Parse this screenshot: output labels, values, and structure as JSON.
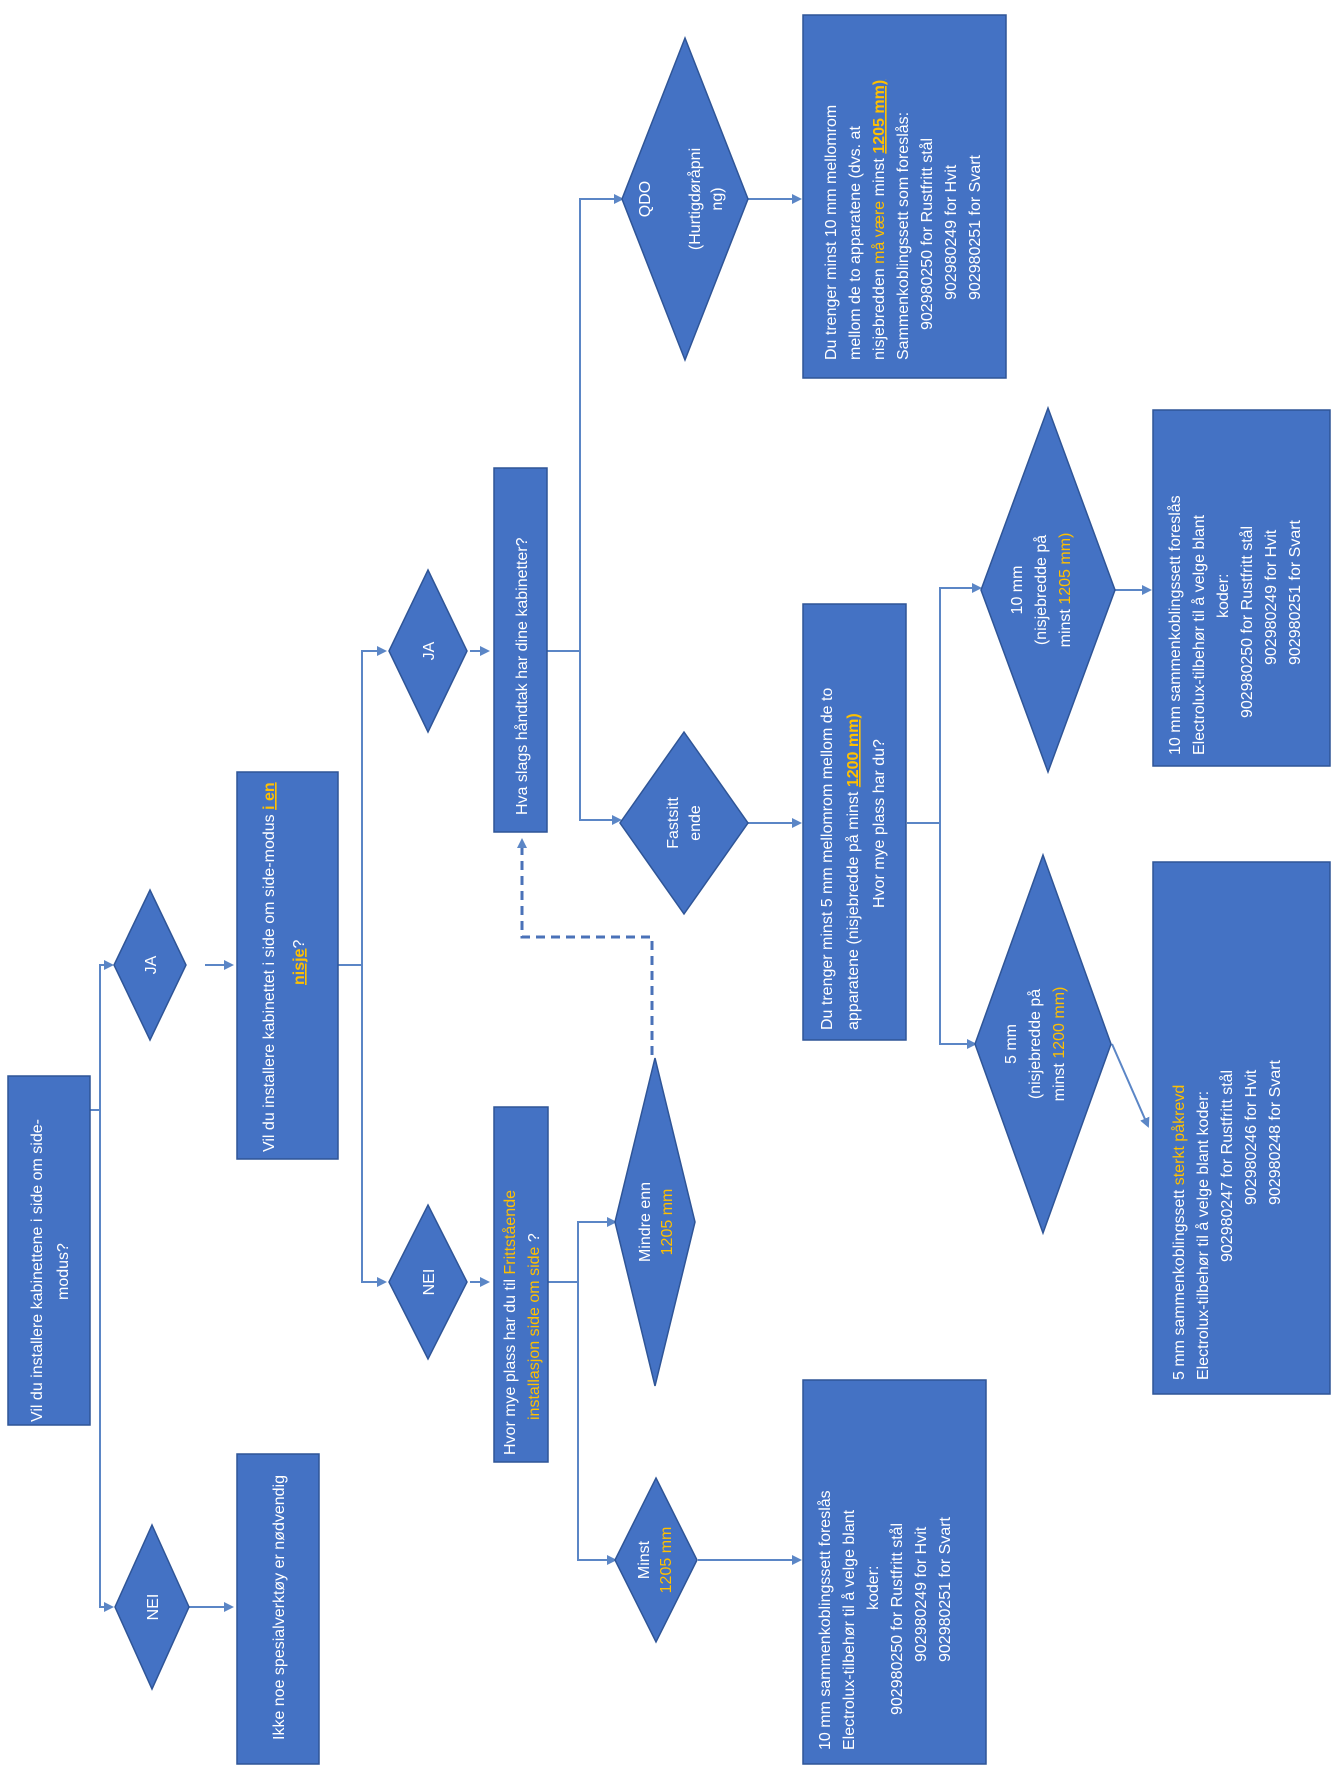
{
  "nodes": {
    "q1": {
      "line1": "Vil du installere kabinettene i side om side-",
      "line2": "modus?"
    },
    "nei_1": {
      "label": "NEI"
    },
    "ja_1": {
      "label": "JA"
    },
    "no_tools": {
      "label": "Ikke noe spesialverktøy er nødvendig"
    },
    "q2": {
      "line1a": "Vil du installere kabinettet i side om side-modus ",
      "line1b": "i en",
      "line2a": "nisje",
      "line2b": "?"
    },
    "ja_2": {
      "label": "JA"
    },
    "nei_2": {
      "label": "NEI"
    },
    "q3": {
      "label": "Hva slags håndtak har dine kabinetter?"
    },
    "q4": {
      "line1a": "Hvor mye plass har du til ",
      "line1b": "Frittstående",
      "line2": "installasjon side om side",
      "line2b": " ?"
    },
    "qdo": {
      "line1": "QDO",
      "line2": "(Hurtigdøråpni",
      "line3": "ng)"
    },
    "fastsittende": {
      "line1": "Fastsitt",
      "line2": "ende"
    },
    "mindre_enn": {
      "line1": "Mindre enn",
      "line2": "1205 mm"
    },
    "minst": {
      "line1": "Minst",
      "line2": "1205 mm"
    },
    "qdo_result": {
      "l1": "Du trenger minst 10 mm mellomrom",
      "l2": "mellom de to apparatene (dvs. at",
      "l3a": "nisjebredden ",
      "l3b": "må være",
      "l3c": " minst ",
      "l3d": "1205 mm)",
      "l4": "Sammenkoblingssett som foreslås:",
      "l5": "902980250 for Rustfritt stål",
      "l6": "902980249 for Hvit",
      "l7": "902980251 for Svart"
    },
    "fast_result": {
      "l1": "Du trenger minst 5 mm mellomrom mellom de to",
      "l2a": "apparatene (nisjebredde på minst ",
      "l2b": "1200 mm)",
      "l3": "Hvor mye plass har du?"
    },
    "d10": {
      "l1": "10 mm",
      "l2": "(nisjebredde på",
      "l3a": "minst ",
      "l3b": "1205 mm)"
    },
    "d5": {
      "l1": "5 mm",
      "l2": "(nisjebredde på",
      "l3a": "minst ",
      "l3b": "1200 mm)"
    },
    "r10a": {
      "l1": "10 mm sammenkoblingssett foreslås",
      "l2": "Electrolux-tilbehør til å velge blant",
      "l3": "koder:",
      "l4": "902980250 for Rustfritt stål",
      "l5": "902980249 for Hvit",
      "l6": "902980251 for Svart"
    },
    "r5": {
      "l1a": "5 mm sammenkoblingssett ",
      "l1b": "sterkt påkrevd",
      "l2": "Electrolux-tilbehør til å velge blant koder:",
      "l3": "902980247 for Rustfritt stål",
      "l4": "902980246 for Hvit",
      "l5": "902980248 for Svart"
    },
    "r10b": {
      "l1": "10 mm sammenkoblingssett foreslås",
      "l2": "Electrolux-tilbehør til å velge blant",
      "l3": "koder:",
      "l4": "902980250 for Rustfritt stål",
      "l5": "902980249 for Hvit",
      "l6": "902980251 for Svart"
    }
  },
  "colors": {
    "node_fill": "#4472c4",
    "node_stroke": "#2f5597",
    "edge": "#5b86c6",
    "highlight": "#ffc000",
    "text": "#ffffff"
  }
}
